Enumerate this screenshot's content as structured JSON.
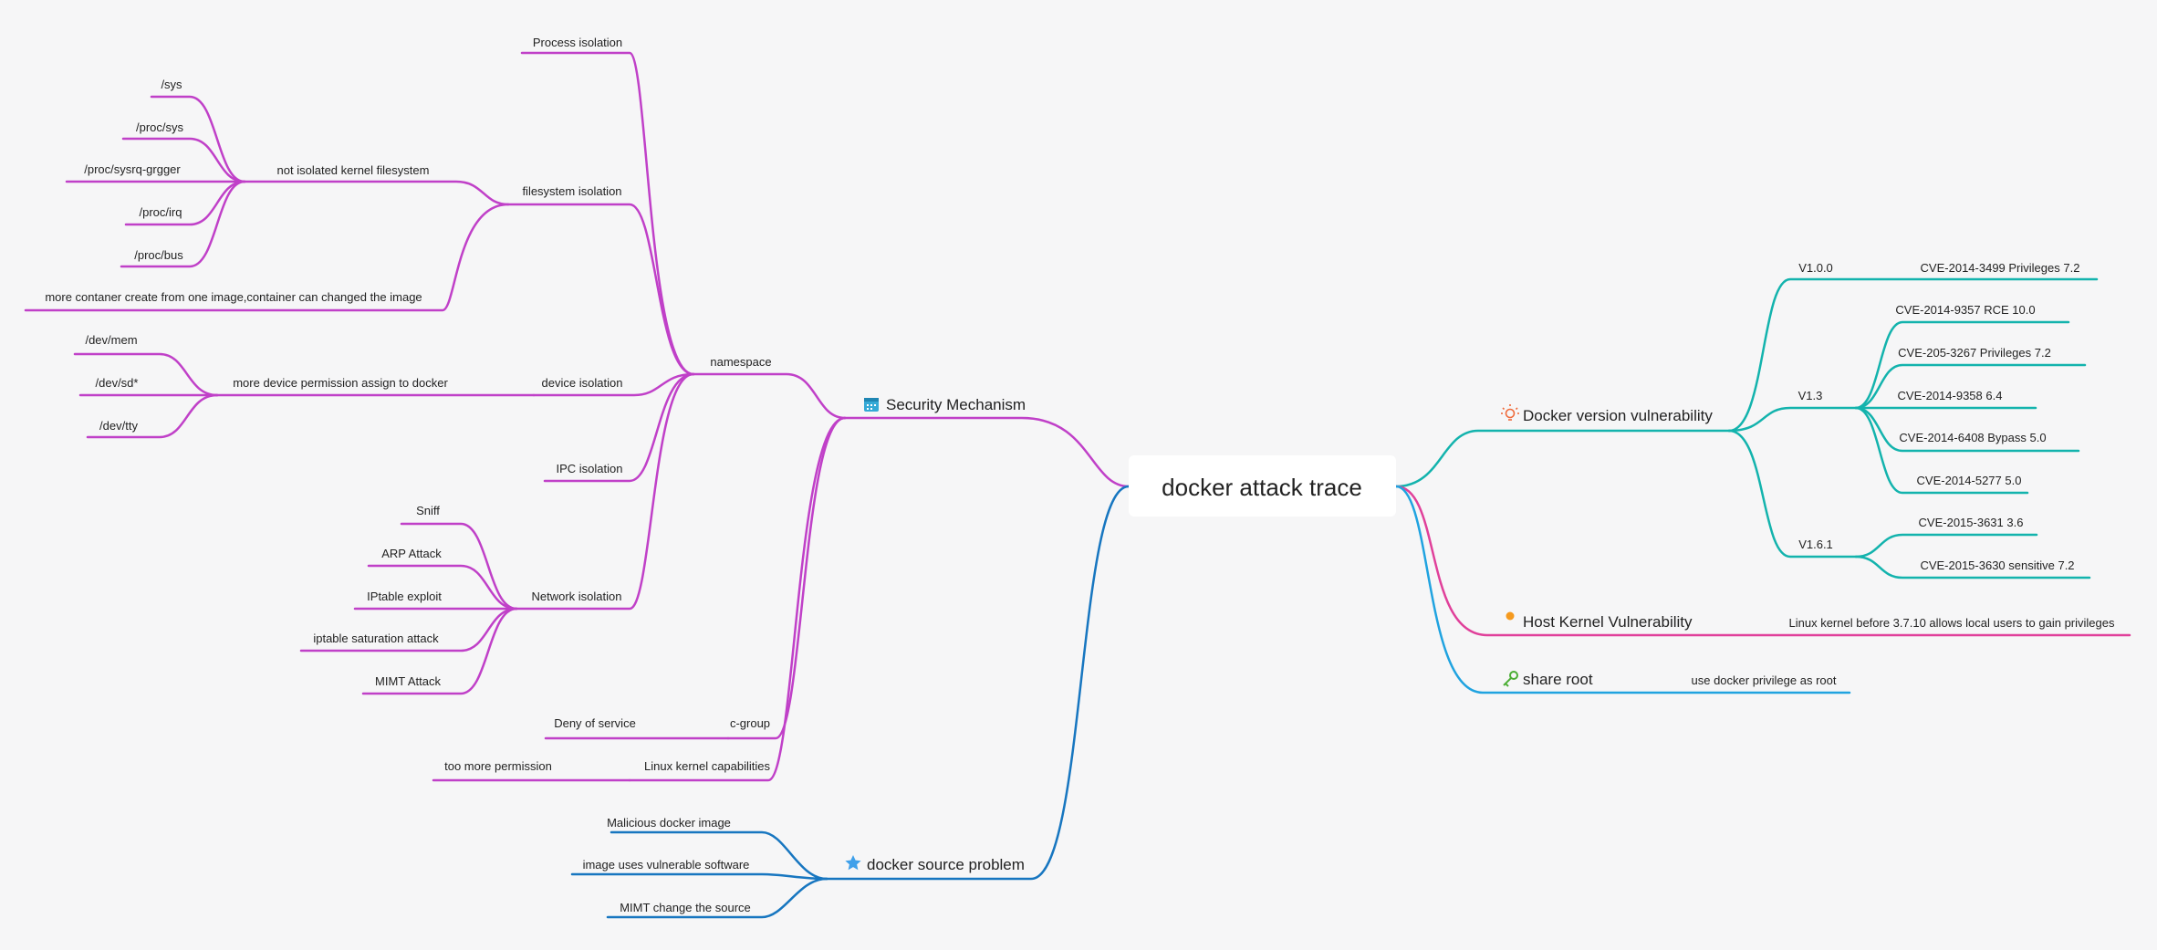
{
  "title": "docker attack trace",
  "colors": {
    "security": "#c040c8",
    "version": "#13b3ad",
    "kernel": "#e0409a",
    "share": "#20a3e0",
    "source": "#1776c0"
  },
  "branches": {
    "security": {
      "label": "Security Mechanism",
      "icon": "calendar-icon",
      "children": {
        "namespace": "namespace",
        "process": "Process isolation",
        "filesystem": "filesystem isolation",
        "not_isolated": "not isolated kernel filesystem",
        "sys": "/sys",
        "proc_sys": "/proc/sys",
        "sysrq": "/proc/sysrq-grgger",
        "irq": "/proc/irq",
        "bus": "/proc/bus",
        "more_container": "more contaner create from one image,container can changed the image",
        "device": "device isolation",
        "more_device": "more device permission assign to docker",
        "dev_mem": "/dev/mem",
        "dev_sd": "/dev/sd*",
        "dev_tty": "/dev/tty",
        "ipc": "IPC isolation",
        "network": "Network isolation",
        "sniff": "Sniff",
        "arp": "ARP Attack",
        "iptable_exploit": "IPtable exploit",
        "iptable_sat": "iptable saturation attack",
        "mimt": "MIMT Attack",
        "cgroup": "c-group",
        "deny": "Deny of service",
        "capabilities": "Linux kernel capabilities",
        "too_more": "too more permission"
      }
    },
    "source": {
      "label": "docker source problem",
      "icon": "star-icon",
      "children": {
        "malicious": "Malicious docker image",
        "vulnerable": "image uses vulnerable software",
        "mimt_change": "MIMT change the source"
      }
    },
    "version": {
      "label": "Docker version vulnerability",
      "icon": "lightbulb-icon",
      "children": {
        "v100": "V1.0.0",
        "cve_3499": "CVE-2014-3499 Privileges 7.2",
        "v13": "V1.3",
        "cve_9357": "CVE-2014-9357 RCE 10.0",
        "cve_3267": "CVE-205-3267 Privileges 7.2",
        "cve_9358": "CVE-2014-9358 6.4",
        "cve_6408": "CVE-2014-6408 Bypass 5.0",
        "cve_5277": "CVE-2014-5277 5.0",
        "v161": "V1.6.1",
        "cve_3631": "CVE-2015-3631 3.6",
        "cve_3630": "CVE-2015-3630 sensitive 7.2"
      }
    },
    "kernel": {
      "label": "Host Kernel Vulnerability",
      "icon": "user-icon",
      "children": {
        "linux": "Linux kernel before 3.7.10 allows local users to gain privileges"
      }
    },
    "share": {
      "label": "share root",
      "icon": "key-icon",
      "children": {
        "use_docker": "use docker privilege as root"
      }
    }
  }
}
